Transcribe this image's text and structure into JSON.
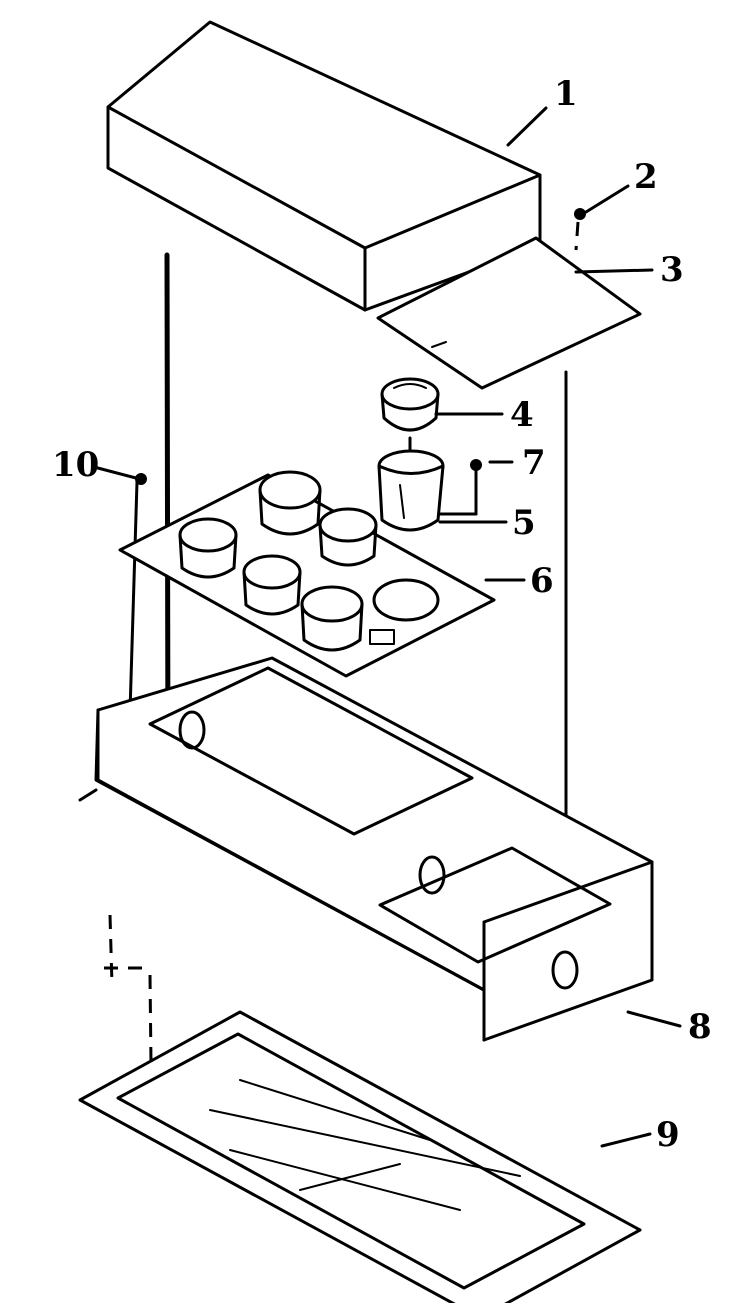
{
  "labels": {
    "p1": "1",
    "p2": "2",
    "p3": "3",
    "p4": "4",
    "p5": "5",
    "p6": "6",
    "p7": "7",
    "p8": "8",
    "p9": "9",
    "p10": "10"
  }
}
